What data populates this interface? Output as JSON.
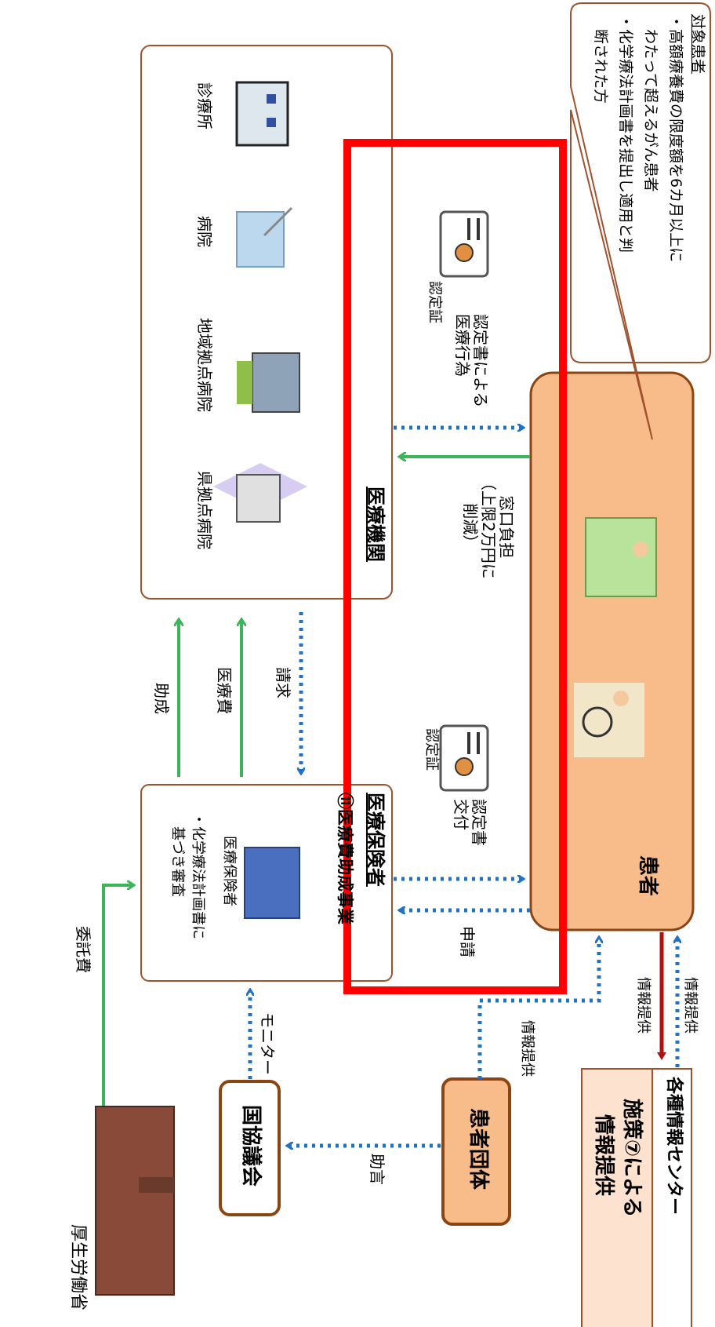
{
  "patient": {
    "label": "患者"
  },
  "target_callout": {
    "title": "対象患者",
    "lines": [
      "・高額療養費の限度額を6カ月以上に",
      "　わたって超えるがん患者",
      "・化学療法計画書を提出し適用と判",
      "　断された方"
    ]
  },
  "medical_institution": {
    "label": "医療機関",
    "facilities": [
      "県拠点病院",
      "地域拠点病院",
      "病院",
      "診療所"
    ]
  },
  "insurer": {
    "label": "医療保険者",
    "program": "⑪医療費助成事業",
    "icon_caption": "医療保険者",
    "note_lines": [
      "・化学療法計画書に",
      "　基づき審査"
    ]
  },
  "info_center": {
    "label": "各種情報センター",
    "policy_lines": [
      "施策⑦による",
      "情報提供"
    ]
  },
  "patient_group": {
    "label": "患者団体"
  },
  "council": {
    "label": "国協議会"
  },
  "ministry": {
    "label": "厚生労働省"
  },
  "arrows": {
    "window_payment": [
      "窓口負担",
      "（上限2万円に",
      "削減）"
    ],
    "certified_treatment": [
      "認定書による",
      "医療行為"
    ],
    "certificate_issue": [
      "認定書",
      "交付"
    ],
    "application": "申請",
    "claim": "請求",
    "medical_fee": "医療費",
    "subsidy": "助成",
    "consignment_fee": "委託費",
    "monitor": "モニター",
    "advice": "助言",
    "info_provision": "情報提供"
  },
  "cert_card_label": "認定証",
  "colors": {
    "patient_fill": "#f8bb8a",
    "patient_border": "#8b4513",
    "highlight_red": "#ff0000",
    "dotted_blue": "#1f72c7",
    "green_arrow": "#3cb45a",
    "dark_red_arrow": "#b01010"
  }
}
